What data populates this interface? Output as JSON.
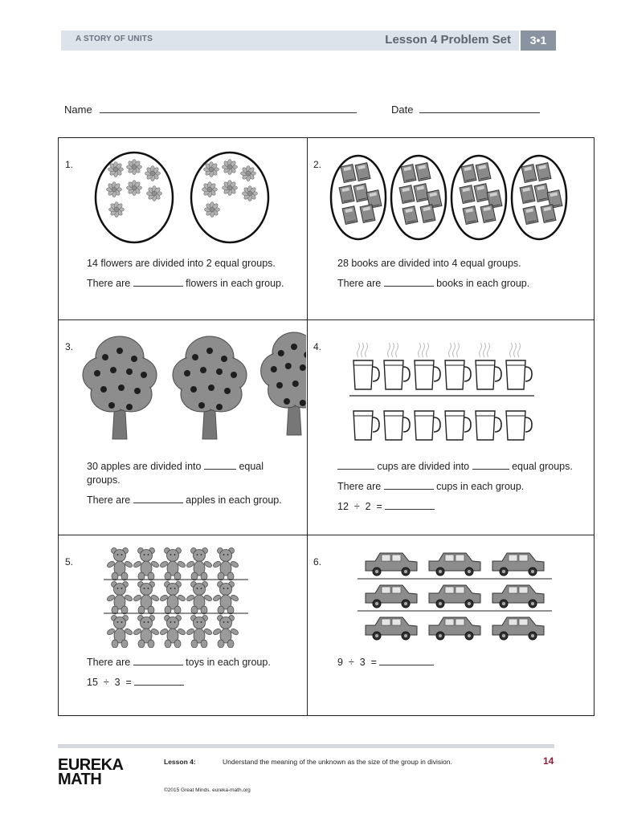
{
  "header": {
    "series": "A STORY OF UNITS",
    "title": "Lesson 4 Problem Set",
    "badge": "3•1"
  },
  "form": {
    "name_label": "Name",
    "date_label": "Date"
  },
  "problems": [
    {
      "number": "1.",
      "line1": "14 flowers are divided into 2 equal groups.",
      "line2_pre": "There are",
      "line2_post": "flowers in each group."
    },
    {
      "number": "2.",
      "line1": "28 books are divided into 4 equal groups.",
      "line2_pre": "There are",
      "line2_post": "books in each group."
    },
    {
      "number": "3.",
      "line1_pre": "30 apples are divided into",
      "line1_post": "equal",
      "line1b": "groups.",
      "line2_pre": "There are",
      "line2_post": "apples in each group."
    },
    {
      "number": "4.",
      "line1_mid": "cups are divided into",
      "line1_post": "equal groups.",
      "line2_pre": "There are",
      "line2_post": "cups in each group.",
      "equation": "12  ÷  2  ="
    },
    {
      "number": "5.",
      "line1_pre": "There are",
      "line1_post": "toys in each group.",
      "equation": "15  ÷  3  ="
    },
    {
      "number": "6.",
      "equation": "9  ÷  3  ="
    }
  ],
  "footer": {
    "logo_line1": "EUREKA",
    "logo_line2": "MATH",
    "lesson_label": "Lesson 4:",
    "lesson_desc": "Understand the meaning of the unknown as the size of the group in division.",
    "copyright": "©2015 Great Minds. eureka-math.org",
    "page": "14"
  }
}
